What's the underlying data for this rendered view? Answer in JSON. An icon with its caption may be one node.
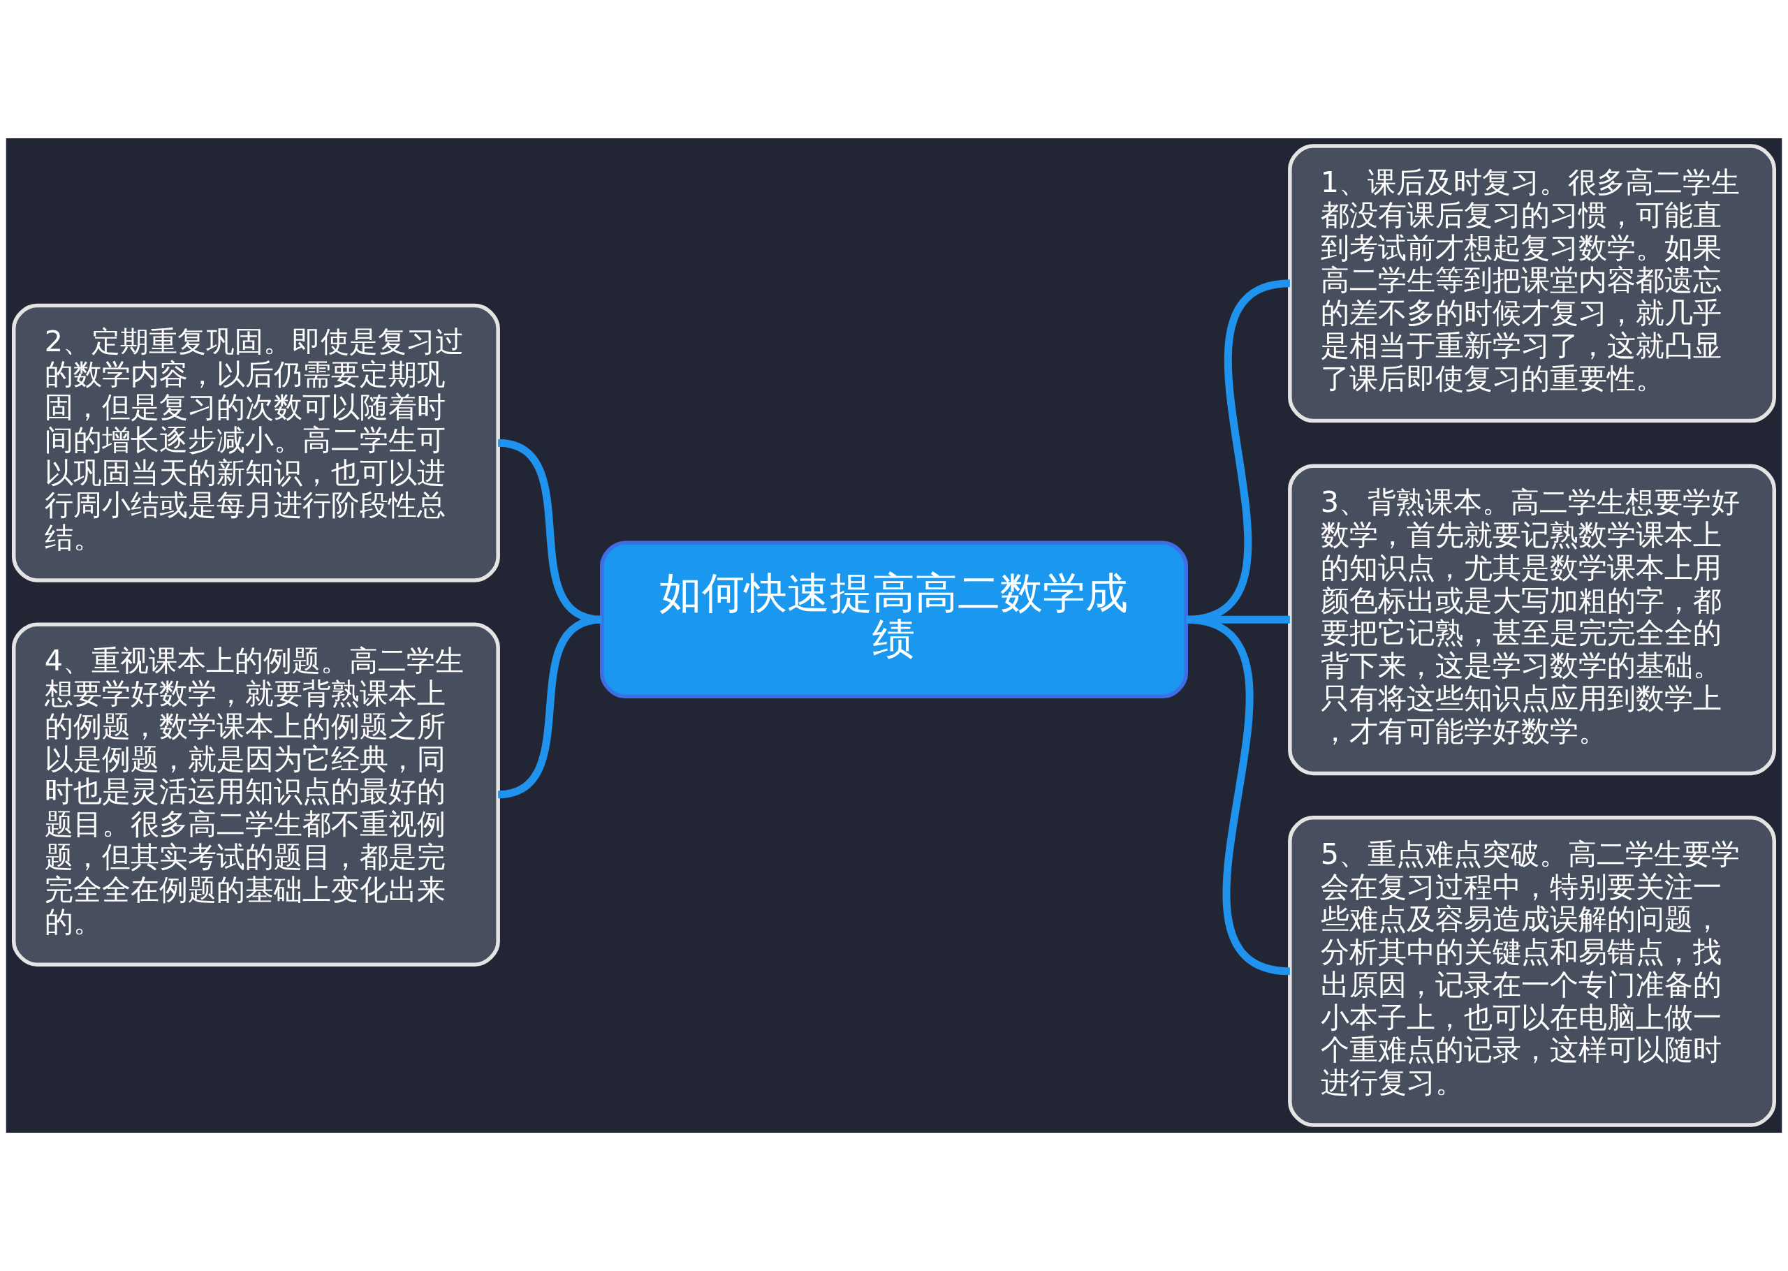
{
  "diagram": {
    "nodes": [
      {
        "text": [
          "如何快速提高高二数学成绩"
        ]
      },
      {
        "text": [
          "1、课后及时复习。很多高二学生都没有课后复习的习惯，可能直到考试前才想起复习数学。如果高二学生等到把课堂内容都遗忘的差不多的时候才复习，就几乎是相当于重新学习了，这就凸显了课后即使复习的重要性。"
        ]
      },
      {
        "text": [
          "2、定期重复巩固。即使是复习过的数学内容，以后仍需要定期巩固，但是复习的次数可以随着时间的增长逐步减小。高二学生可以巩固当天的新知识，也可以进行周小结或是每月进行阶段性总结。"
        ]
      },
      {
        "text": [
          "3、背熟课本。高二学生想要学好数学，首先就要记熟数学课本上的知识点，尤其是数学课本上用颜色标出或是大写加粗的字，都要把它记熟，甚至是完完全全的背下来，这是学习数学的基础。只有将这些知识点应用到数学上，才有可能学好数学。"
        ]
      },
      {
        "text": [
          "4、重视课本上的例题。高二学生想要学好数学，就要背熟课本上的例题，数学课本上的例题之所以是例题，就是因为它经典，同时也是灵活运用知识点的最好的题目。很多高二学生都不重视例题，但其实考试的题目，都是完完全全在例题的基础上变化出来的。"
        ]
      },
      {
        "text": [
          "5、重点难点突破。高二学生要学会在复习过程中，特别要关注一些难点及容易造成误解的问题，分析其中的关键点和易错点，找出原因，记录在一个专门准备的小本子上，也可以在电脑上做一个重难点的记录，这样可以随时进行复习。"
        ]
      }
    ],
    "edges": [
      {
        "from": 0,
        "to": 1,
        "arrow": "none"
      },
      {
        "from": 0,
        "to": 2,
        "arrow": "none"
      },
      {
        "from": 0,
        "to": 3,
        "arrow": "none"
      },
      {
        "from": 0,
        "to": 4,
        "arrow": "none"
      },
      {
        "from": 0,
        "to": 5,
        "arrow": "none"
      }
    ]
  }
}
